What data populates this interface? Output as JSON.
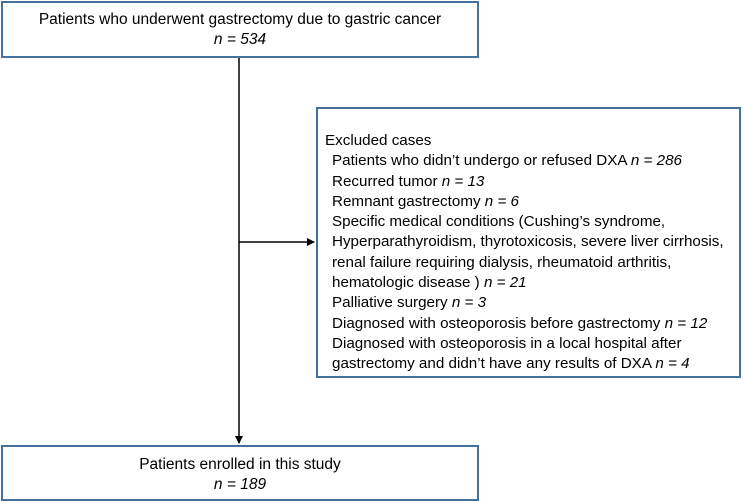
{
  "top_box": {
    "title": "Patients who underwent gastrectomy due to gastric cancer",
    "n": "n = 534"
  },
  "excluded_box": {
    "heading": "Excluded cases",
    "items": [
      {
        "text": "Patients who didn’t undergo or refused DXA ",
        "n": "n = 286"
      },
      {
        "text": "Recurred tumor ",
        "n": "n = 13"
      },
      {
        "text": "Remnant gastrectomy ",
        "n": "n = 6"
      },
      {
        "text": "Specific medical conditions (Cushing’s syndrome, Hyperparathyroidism, thyrotoxicosis, severe liver cirrhosis, renal failure requiring dialysis, rheumatoid arthritis, hematologic disease ) ",
        "n": "n = 21"
      },
      {
        "text": "Palliative surgery ",
        "n": "n = 3"
      },
      {
        "text": "Diagnosed with osteoporosis before gastrectomy ",
        "n": "n = 12"
      },
      {
        "text": "Diagnosed with osteoporosis in a local hospital after gastrectomy and didn’t have any results of DXA ",
        "n": "n = 4"
      }
    ]
  },
  "bottom_box": {
    "title": "Patients enrolled in this study",
    "n": "n = 189"
  },
  "colors": {
    "box_border": "#41719c",
    "arrow": "#000000"
  }
}
